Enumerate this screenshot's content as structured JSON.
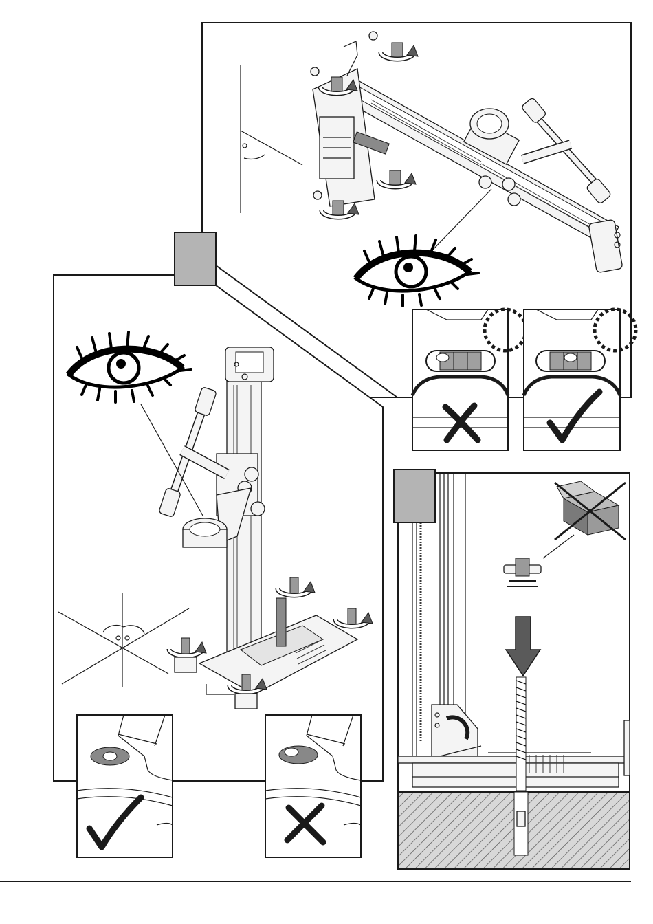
{
  "colors": {
    "line": "#1a1a1a",
    "step_tab": "#b4b4b4",
    "arrow": "#5a5a5a",
    "concrete_hatch": "#d8d8d8",
    "bubble": "#888888"
  },
  "icons": {
    "eye": "eye-icon",
    "check": "check-mark-icon",
    "cross": "cross-mark-icon",
    "crossed_box": "crossed-box-icon",
    "rotate": "rotate-arrow-icon",
    "down_arrow": "down-arrow-icon"
  },
  "panels": [
    {
      "name": "leveling-screws-drill-rig",
      "step_label": ""
    },
    {
      "name": "level-check-bubble",
      "step_label": ""
    },
    {
      "name": "anchor-fastening",
      "step_label": ""
    }
  ],
  "checks": [
    {
      "name": "bubble-vial-incorrect",
      "result": "cross"
    },
    {
      "name": "bubble-vial-correct",
      "result": "check"
    },
    {
      "name": "circular-bubble-correct",
      "result": "check"
    },
    {
      "name": "circular-bubble-incorrect",
      "result": "cross"
    }
  ]
}
